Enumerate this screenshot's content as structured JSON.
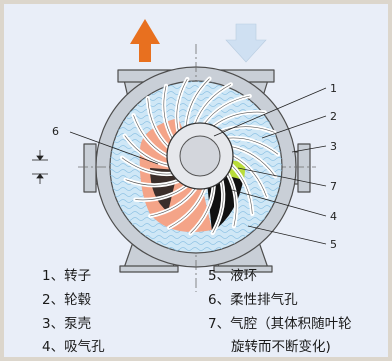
{
  "figure": {
    "callout_numbers": [
      "1",
      "2",
      "3",
      "4",
      "5",
      "6",
      "7"
    ],
    "legend": [
      {
        "num": "1",
        "text": "转子"
      },
      {
        "num": "2",
        "text": "轮毂"
      },
      {
        "num": "3",
        "text": "泵壳"
      },
      {
        "num": "4",
        "text": "吸气孔"
      },
      {
        "num": "5",
        "text": "液环"
      },
      {
        "num": "6",
        "text": "柔性排气孔"
      },
      {
        "num": "7",
        "text": "气腔（其体积随叶轮"
      },
      {
        "num": "",
        "text": "旋转而不断变化)"
      }
    ],
    "colors": {
      "background": "#e9eef8",
      "frame_border": "#dcd6cc",
      "outlet_arrow": "#e8701f",
      "inlet_arrow": "#cfe0f2",
      "casing": "#c9cfd7",
      "liquid_ring": "#cfe7f6",
      "gas_pocket_large": "#f4a488",
      "gas_pocket_dark": "#111111",
      "gas_cavity": "#b9dc3a"
    },
    "icons": {
      "outlet": "up-arrow-icon",
      "inlet": "down-arrow-icon"
    }
  }
}
